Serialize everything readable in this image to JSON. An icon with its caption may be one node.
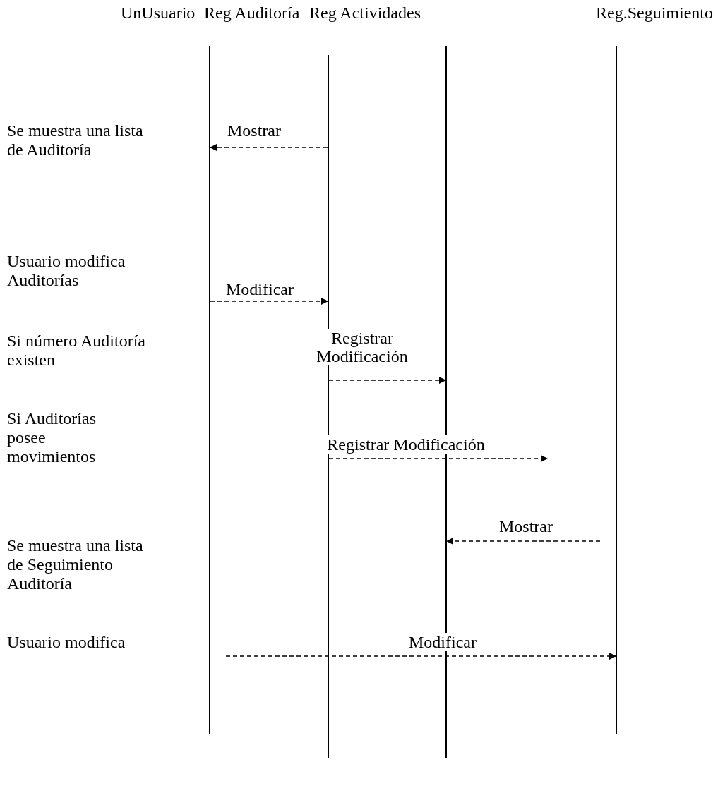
{
  "diagram": {
    "nodes": [
      {
        "text": [
          "UnUsuario"
        ]
      },
      {
        "text": [
          "Reg Auditoría"
        ]
      },
      {
        "text": [
          "Reg Actividades"
        ]
      },
      {
        "text": [
          "Reg.Seguimiento"
        ]
      }
    ],
    "edges": [
      {
        "from": 1,
        "to": 0,
        "arrow": "to",
        "style": "dashed",
        "label": "Mostrar"
      },
      {
        "from": 0,
        "to": 1,
        "arrow": "to",
        "style": "dashed",
        "label": "Modificar"
      },
      {
        "from": 1,
        "to": 2,
        "arrow": "to",
        "style": "dashed",
        "label": "Registrar Modificación"
      },
      {
        "from": 1,
        "to": null,
        "arrow": "to",
        "style": "dashed",
        "label": "Registrar Modificación"
      },
      {
        "from": null,
        "to": 2,
        "arrow": "to",
        "style": "dashed",
        "label": "Mostrar"
      },
      {
        "from": null,
        "to": 3,
        "arrow": "to",
        "style": "dashed",
        "label": "Modificar"
      }
    ],
    "labels": [
      "Se muestra una lista de Auditoría",
      "Usuario modifica Auditorías",
      "Si número Auditoría existen",
      "Si Auditorías posee movimientos",
      "Se muestra una lista de Seguimiento Auditoría",
      "Usuario modifica"
    ]
  }
}
